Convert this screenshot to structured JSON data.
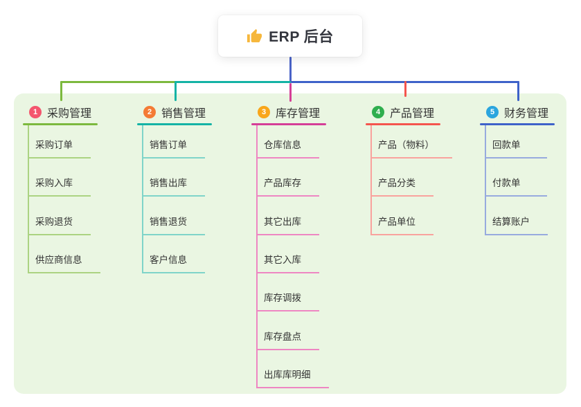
{
  "root": {
    "title": "ERP 后台",
    "icon": "thumbs-up-icon"
  },
  "palette": {
    "canvas_bg": "#ffffff",
    "panel_bg": "#eaf6e2",
    "root_line": "#4a63c8",
    "text": "#333333",
    "thumb_icon": "#f6b73c"
  },
  "branches": [
    {
      "index": "1",
      "label": "采购管理",
      "color": "#7cb93e",
      "light_color": "#abd381",
      "badge_color": "#f4566e",
      "children": [
        "采购订单",
        "采购入库",
        "采购退货",
        "供应商信息"
      ]
    },
    {
      "index": "2",
      "label": "销售管理",
      "color": "#14b3a5",
      "light_color": "#7fd4c9",
      "badge_color": "#f47b35",
      "children": [
        "销售订单",
        "销售出库",
        "销售退货",
        "客户信息"
      ]
    },
    {
      "index": "3",
      "label": "库存管理",
      "color": "#d53e97",
      "light_color": "#ee86c2",
      "badge_color": "#f9a61a",
      "children": [
        "仓库信息",
        "产品库存",
        "其它出库",
        "其它入库",
        "库存调拨",
        "库存盘点",
        "出库库明细"
      ]
    },
    {
      "index": "4",
      "label": "产品管理",
      "color": "#f4554e",
      "light_color": "#f9a29d",
      "badge_color": "#2fae4e",
      "children": [
        "产品（物料）",
        "产品分类",
        "产品单位"
      ]
    },
    {
      "index": "5",
      "label": "财务管理",
      "color": "#3e62c9",
      "light_color": "#97aade",
      "badge_color": "#2ba5de",
      "children": [
        "回款单",
        "付款单",
        "结算账户"
      ]
    }
  ]
}
